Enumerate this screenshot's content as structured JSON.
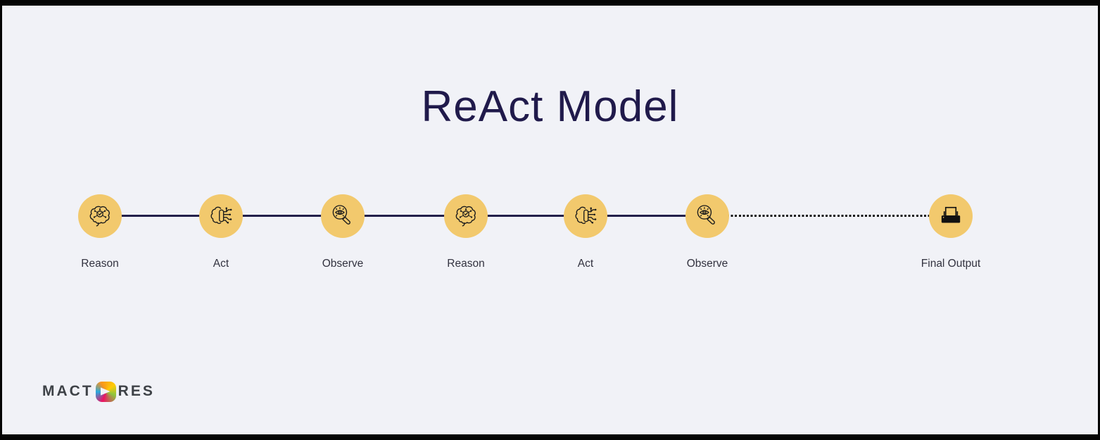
{
  "title": "ReAct Model",
  "steps": [
    {
      "label": "Reason",
      "icon": "brain-check-icon",
      "connector_to_next": "solid"
    },
    {
      "label": "Act",
      "icon": "brain-chip-icon",
      "connector_to_next": "solid"
    },
    {
      "label": "Observe",
      "icon": "magnifier-eye-icon",
      "connector_to_next": "solid"
    },
    {
      "label": "Reason",
      "icon": "brain-check-icon",
      "connector_to_next": "solid"
    },
    {
      "label": "Act",
      "icon": "brain-chip-icon",
      "connector_to_next": "solid"
    },
    {
      "label": "Observe",
      "icon": "magnifier-eye-icon",
      "connector_to_next": "dotted"
    },
    {
      "label": "Final Output",
      "icon": "printer-icon",
      "connector_to_next": "none"
    }
  ],
  "logo": {
    "text_left": "MACT",
    "text_right": "RES"
  },
  "colors": {
    "background": "#f1f2f7",
    "frame": "#050505",
    "title_text": "#201a4b",
    "circle_fill": "#f2c96d",
    "connector_solid": "#23204a",
    "connector_dotted": "#151515",
    "label_text": "#32323f",
    "logo_text": "#3e4247",
    "logo_o_colors": [
      "#f7941e",
      "#ffcb05",
      "#8dc63f",
      "#ed1164",
      "#27aae1"
    ]
  }
}
